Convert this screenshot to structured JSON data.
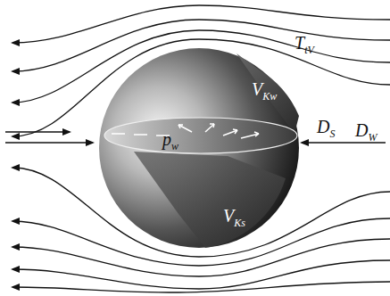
{
  "diagram": {
    "labels": [
      "TtV",
      "VKw",
      "pw",
      "DS",
      "DW",
      "VKs"
    ]
  }
}
